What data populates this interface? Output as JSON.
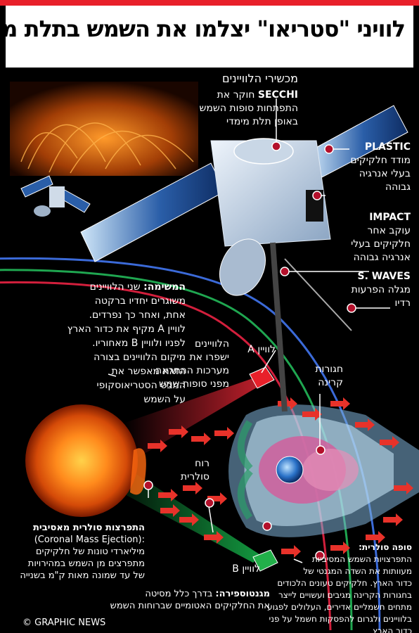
{
  "title": "לוויני \"סטריאו\" יצלמו את השמש בתלת מימד",
  "instruments": {
    "heading": "מכשירי הלוויינים",
    "secchi": {
      "name": "SECCHI",
      "desc": [
        "חוקר את",
        "התפתחות סופות השמש",
        "באופן תלת מימדי"
      ]
    },
    "plastic": {
      "name": "PLASTIC",
      "desc": [
        "מודד חלקיקים",
        "בעלי אנרגיה",
        "גבוהה"
      ]
    },
    "impact": {
      "name": "IMPACT",
      "desc": [
        "עוקב אחר",
        "חלקיקים בעלי",
        "אנרגיה גבוהה"
      ]
    },
    "swaves": {
      "name": "S. WAVES",
      "desc": [
        "מגלה הפרעות",
        "רדיו"
      ]
    }
  },
  "mission": {
    "heading": "המשימה:",
    "lines": [
      "שני הלוויינים",
      "משוגרים יחדיו ברקטה",
      "אחת, ואחר כך נפרדים.",
      "לוויין A מקיף את כדור הארץ",
      "לפניו ולוויין B מאחוריו.",
      "מיקום הלוויינים בצורה",
      "הזאת מאפשר את",
      "המבט הסטריאוסקופי",
      "על השמש"
    ],
    "first_tail": "שני הלוויינים"
  },
  "satellite_a": "לוויין A",
  "satellite_b": "לוויין B",
  "warning": [
    "הלוויינים",
    "ישפרו את",
    "מערכות ההתראה",
    "מפני סופות שמש"
  ],
  "belts": [
    "חגורות",
    "קרינה"
  ],
  "solar_wind": [
    "רוח",
    "סולרית"
  ],
  "cme": {
    "heading": "התפרצות סולרית מאסיבית",
    "english": "(Coronal Mass Ejection):",
    "lines": [
      "מיליארדי טונות של חלקיקים",
      "מתפרצים מן השמש במהירויות",
      "של עד שמונה מאות ק\"מ בשנייה"
    ]
  },
  "storm": {
    "heading": "סופה סולרית:",
    "lines": [
      "התפרצויות השמש המסיביות",
      "מעוותות את השדה המגנטי של",
      "כדור הארץ. חלקיקים טעונים הלכודים",
      "בחגורות הקרינה מגיבים ועשויים לייצר",
      "מתחים חשמליים אדירים, העלולים לפגוע",
      "בלוויינים ולגרום להפסקות חשמל על פני",
      "כדור הארץ"
    ]
  },
  "magnetosphere": {
    "heading": "מגנטוספירה:",
    "lines": [
      "בדרך כלל מסיטה",
      "את החלקיקים האטומיים שברוחות השמש"
    ]
  },
  "credit": "© GRAPHIC NEWS",
  "colors": {
    "accent": "#e8202a",
    "marker": "#b3102b",
    "orbit_red": "#d21f3c",
    "orbit_green": "#1fa650",
    "orbit_blue": "#3b6ad8"
  }
}
